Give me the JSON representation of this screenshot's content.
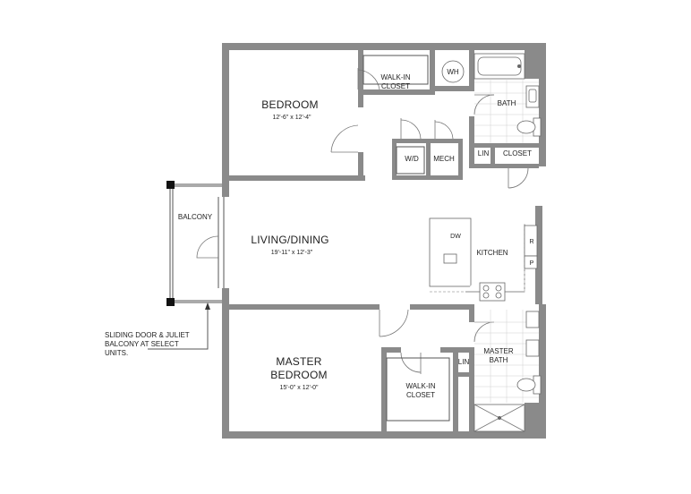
{
  "rooms": {
    "bedroom": {
      "name": "BEDROOM",
      "dims": "12'-6\" x 12'-4\""
    },
    "walk_in_closet_top": {
      "line1": "WALK-IN",
      "line2": "CLOSET"
    },
    "wh": "WH",
    "bath": "BATH",
    "wd": "W/D",
    "mech": "MECH",
    "lin_top": "LIN",
    "closet": "CLOSET",
    "balcony": "BALCONY",
    "living": {
      "name": "LIVING/DINING",
      "dims": "19'-11\" x 12'-3\""
    },
    "kitchen": "KITCHEN",
    "dw": "DW",
    "fridge": "R",
    "pantry": "P",
    "master": {
      "name1": "MASTER",
      "name2": "BEDROOM",
      "dims": "15'-0\" x 12'-0\""
    },
    "walk_in_closet_bottom": {
      "line1": "WALK-IN",
      "line2": "CLOSET"
    },
    "lin_bottom": "LIN",
    "master_bath": {
      "line1": "MASTER",
      "line2": "BATH"
    }
  },
  "note": {
    "line1": "SLIDING DOOR & JULIET",
    "line2": "BALCONY AT SELECT",
    "line3": "UNITS."
  }
}
